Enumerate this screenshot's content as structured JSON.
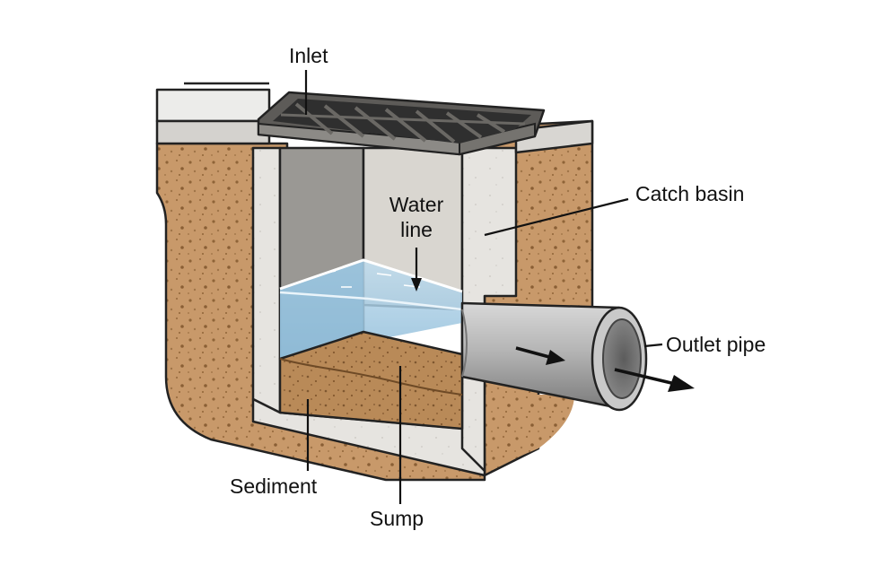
{
  "labels": {
    "inlet": "Inlet",
    "catch_basin": "Catch basin",
    "water_line_1": "Water",
    "water_line_2": "line",
    "outlet_pipe": "Outlet pipe",
    "sediment": "Sediment",
    "sump": "Sump"
  },
  "colors": {
    "soil": "#c8996a",
    "concrete": "#e6e4e0",
    "water": "#a9cfe6",
    "sediment": "#b98a58",
    "grate": "#3c3c3c",
    "pipe": "#a8a8a8"
  }
}
